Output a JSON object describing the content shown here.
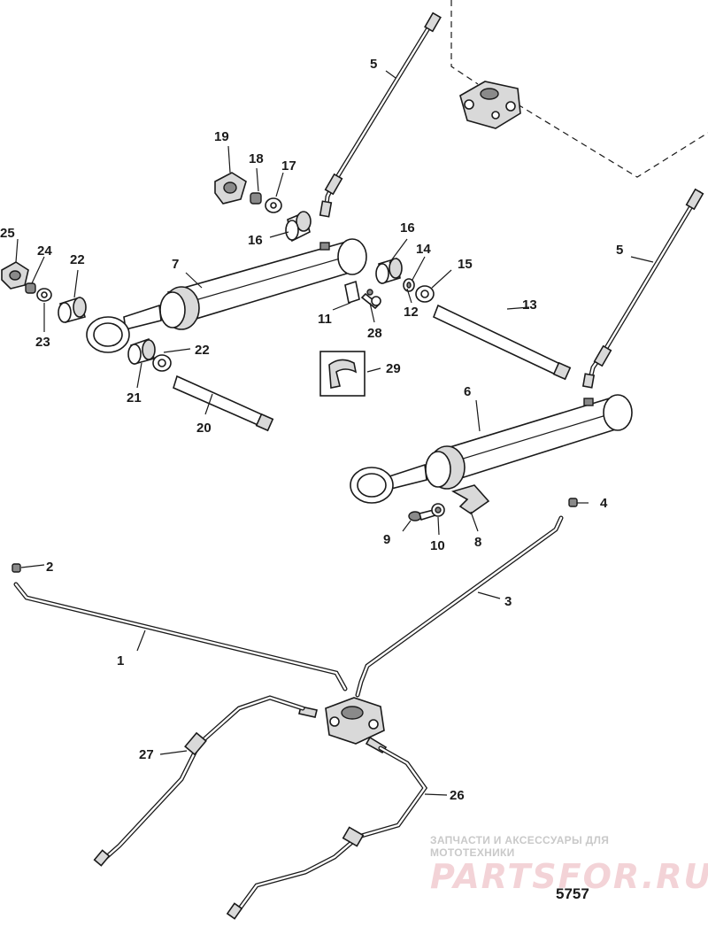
{
  "diagram": {
    "number": "5757",
    "callouts": [
      "1",
      "2",
      "3",
      "4",
      "5",
      "5",
      "6",
      "7",
      "8",
      "9",
      "10",
      "11",
      "12",
      "13",
      "14",
      "15",
      "16",
      "16",
      "17",
      "18",
      "19",
      "20",
      "21",
      "22",
      "22",
      "23",
      "24",
      "25",
      "26",
      "27",
      "28",
      "29"
    ]
  },
  "watermark": {
    "tagline": "ЗАПЧАСТИ И АКСЕССУАРЫ ДЛЯ МОТОТЕХНИКИ",
    "brand": "PARTSFOR.RU"
  }
}
